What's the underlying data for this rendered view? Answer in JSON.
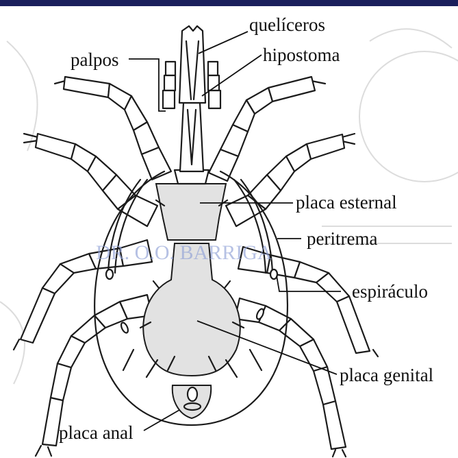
{
  "labels": {
    "queliceros": "quelíceros",
    "hipostoma": "hipostoma",
    "palpos": "palpos",
    "placa_esternal": "placa esternal",
    "peritrema": "peritrema",
    "espiraculo": "espiráculo",
    "placa_genital": "placa genital",
    "placa_anal": "placa anal"
  },
  "watermark": "DR. O.O. BARRIGA",
  "colors": {
    "ink": "#1b1b1b",
    "paper": "#ffffff",
    "top_border": "#1a1f5c",
    "watermark": "#8fa0d6"
  }
}
